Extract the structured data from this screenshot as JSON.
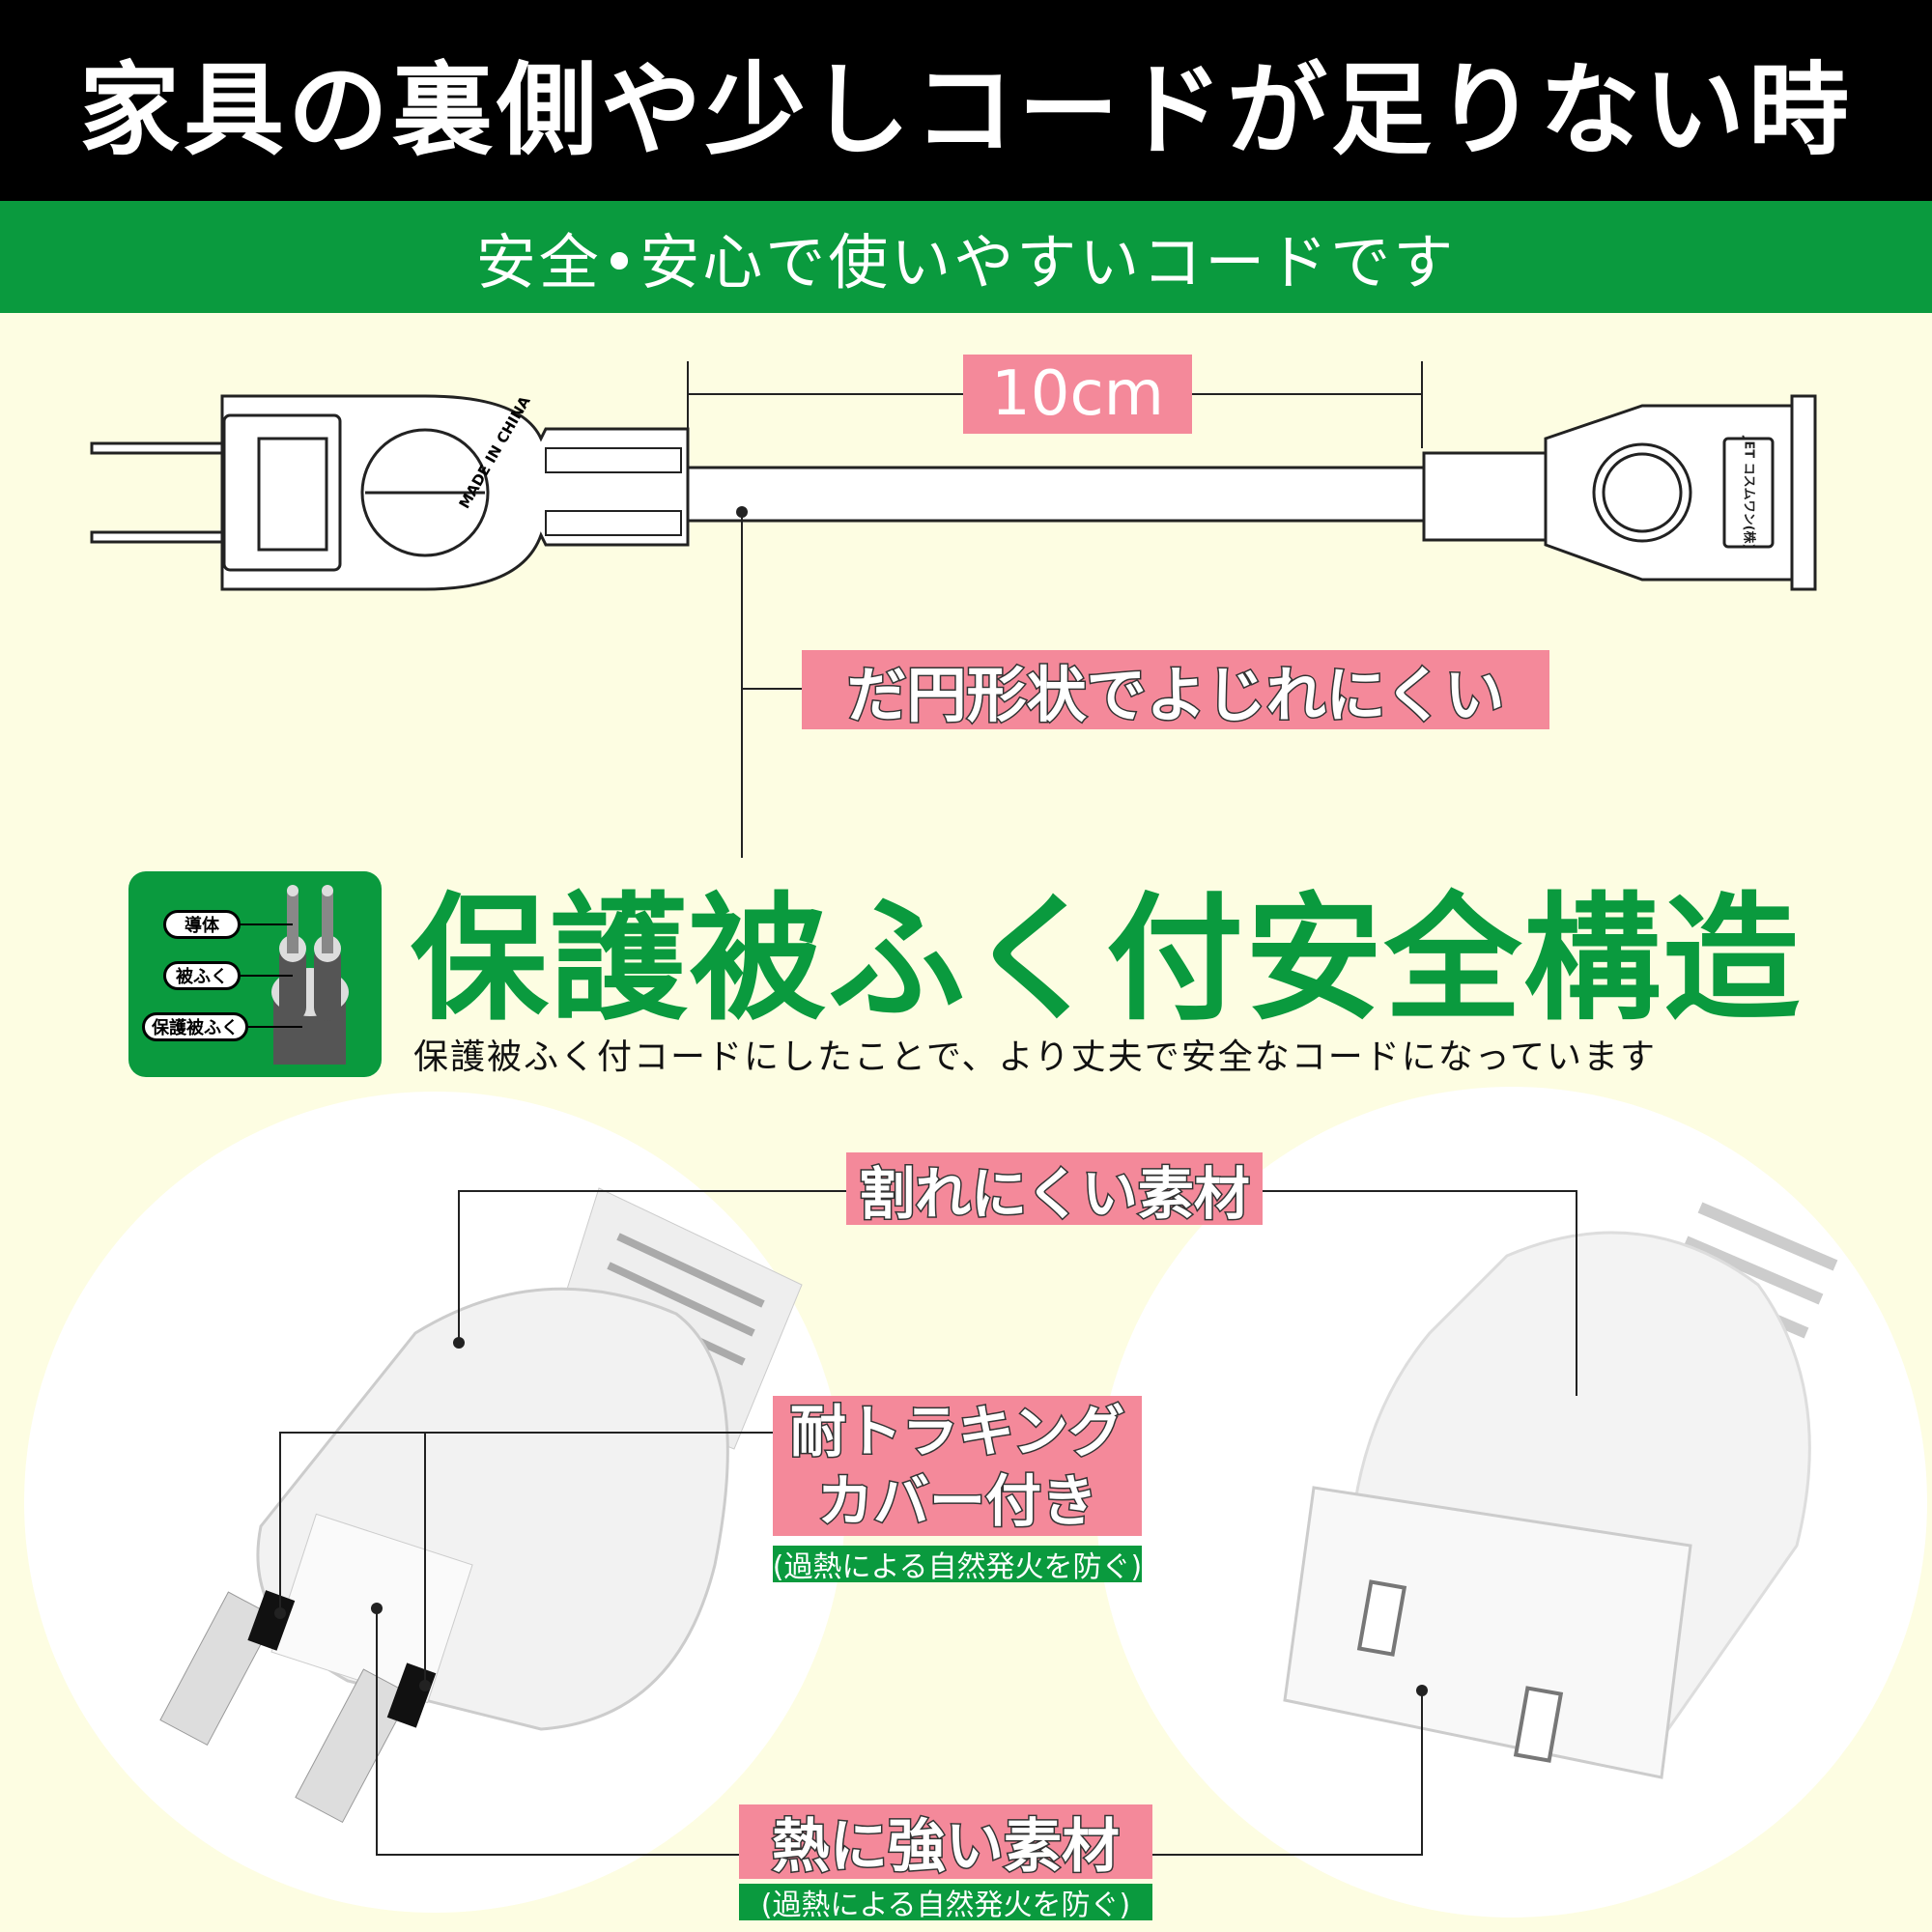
{
  "header": {
    "title": "家具の裏側や少しコードが足りない時"
  },
  "subheader": {
    "text": "安全•安心で使いやすいコードです"
  },
  "diagram": {
    "length_label": "10cm",
    "shape_label": "だ円形状でよじれにくい",
    "plug_marking": "MADE IN CHINA",
    "socket_marking": "JET コスムワン(株)"
  },
  "structure": {
    "icon_labels": [
      "導体",
      "被ふく",
      "保護被ふく"
    ],
    "title": "保護被ふく付安全構造",
    "description": "保護被ふく付コードにしたことで、より丈夫で安全なコードになっています"
  },
  "features": [
    {
      "label": "割れにくい素材"
    },
    {
      "label_line1": "耐トラキング",
      "label_line2": "カバー付き",
      "note": "(過熱による自然発火を防ぐ)"
    },
    {
      "label": "熱に強い素材",
      "note": "(過熱による自然発火を防ぐ)"
    }
  ],
  "colors": {
    "header_bg": "#000000",
    "accent_green": "#0a9a3e",
    "label_pink": "#f4899a",
    "background": "#fdfde2"
  }
}
